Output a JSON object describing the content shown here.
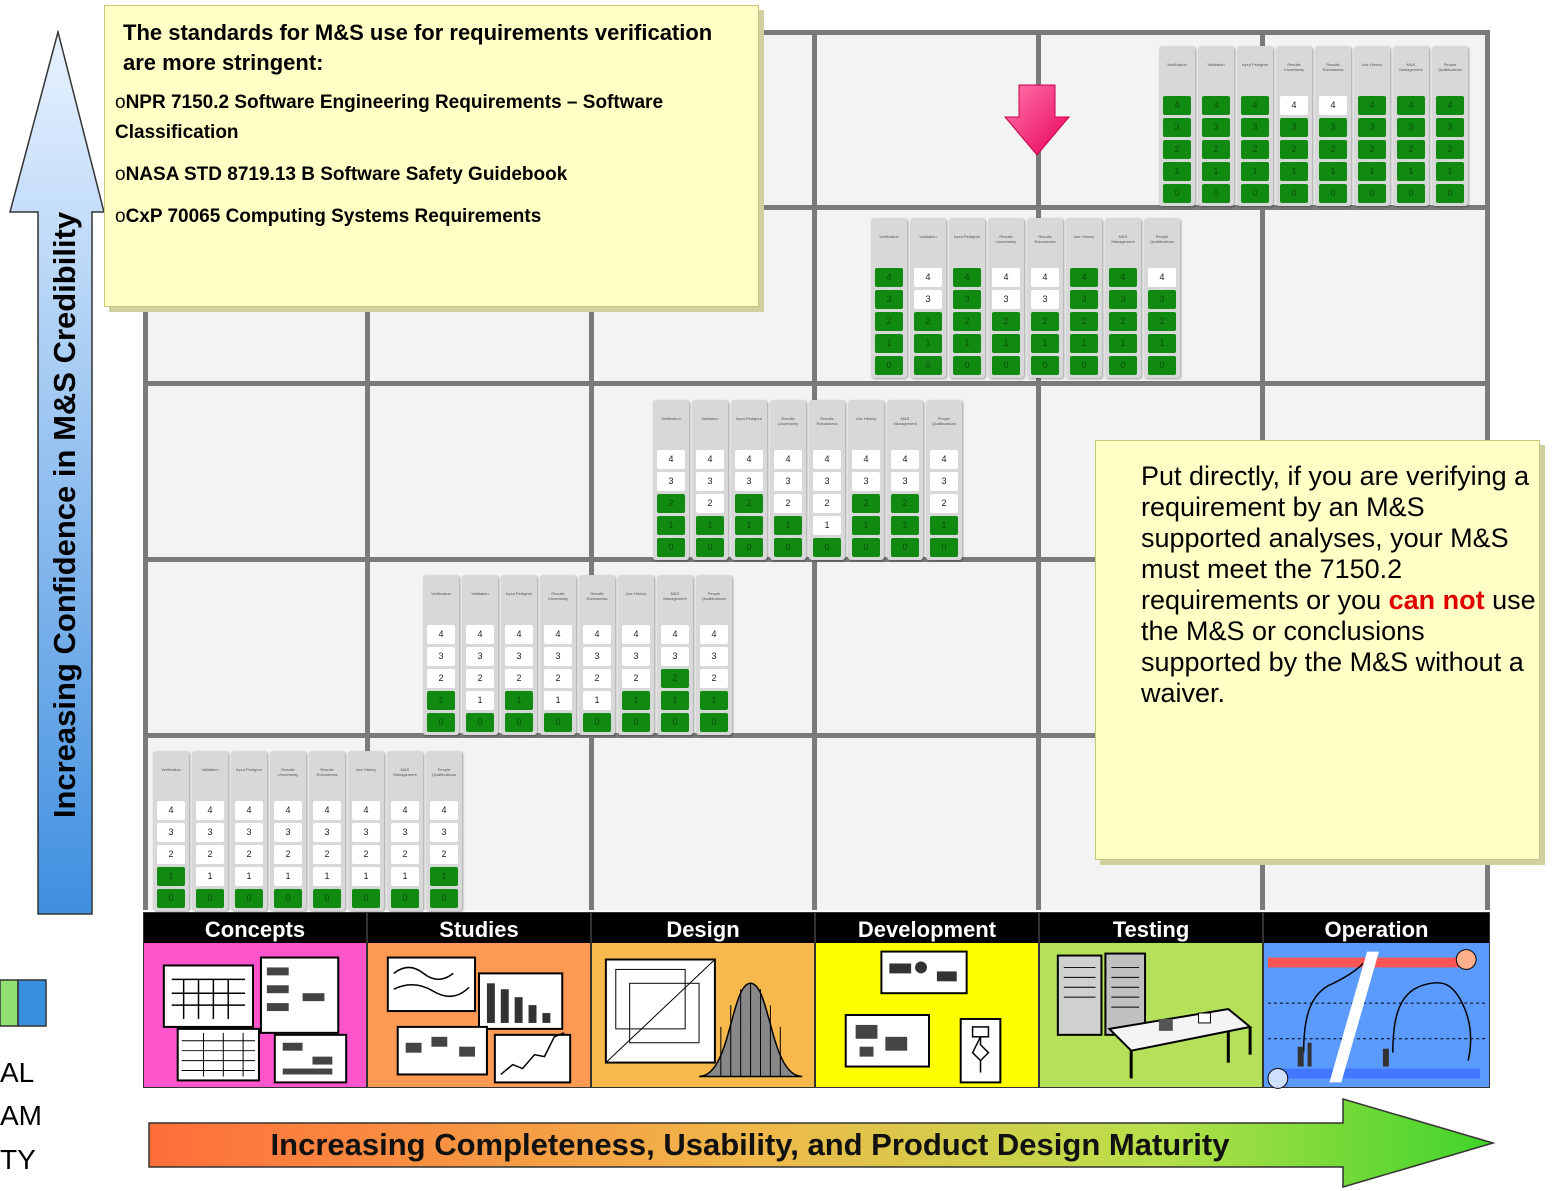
{
  "y_axis_label": "Increasing Confidence in M&S Credibility",
  "x_axis_label": "Increasing Completeness, Usability, and Product Design Maturity",
  "standards_box": {
    "title": "The standards for M&S use for requirements verification are more stringent:",
    "bullet_glyph": "o",
    "items": [
      "NPR 7150.2 Software Engineering Requirements – Software Classification",
      "NASA STD 8719.13 B Software Safety Guidebook",
      "CxP 70065 Computing Systems Requirements"
    ]
  },
  "note_box": {
    "text_before": "Put directly, if you are verifying a requirement by an M&S supported analyses, your M&S must meet the 7150.2 requirements or you ",
    "emphasis": "can not",
    "text_after": " use the M&S or conclusions supported by the M&S without a waiver."
  },
  "phases": [
    "Concepts",
    "Studies",
    "Design",
    "Development",
    "Testing",
    "Operation"
  ],
  "phase_colors": [
    "#ff55cc",
    "#ff9a55",
    "#f7b94d",
    "#ffff00",
    "#b5e05a",
    "#5b9bff"
  ],
  "scale_columns": [
    "Verification",
    "Validation",
    "Input Pedigree",
    "Results Uncertainty",
    "Results Robustness",
    "Use History",
    "M&S Management",
    "People Qualifications"
  ],
  "scale_levels": [
    "0",
    "1",
    "2",
    "3",
    "4"
  ],
  "credibility_levels": [
    {
      "stage": 1,
      "levels": [
        1,
        0,
        0,
        0,
        0,
        0,
        0,
        1
      ]
    },
    {
      "stage": 2,
      "levels": [
        1,
        0,
        1,
        0,
        0,
        1,
        2,
        1
      ]
    },
    {
      "stage": 3,
      "levels": [
        2,
        1,
        2,
        1,
        0,
        2,
        2,
        1
      ]
    },
    {
      "stage": 4,
      "levels": [
        4,
        2,
        4,
        2,
        2,
        4,
        4,
        3
      ]
    },
    {
      "stage": 5,
      "levels": [
        4,
        4,
        4,
        3,
        3,
        4,
        4,
        4
      ]
    }
  ],
  "cut_off_text": [
    "AL",
    "AM",
    "TY"
  ],
  "colors": {
    "green_cell": "#118a11",
    "pink_arrow": "#ff2277",
    "note_red": "#e00000",
    "callout_bg": "#ffffc6"
  }
}
